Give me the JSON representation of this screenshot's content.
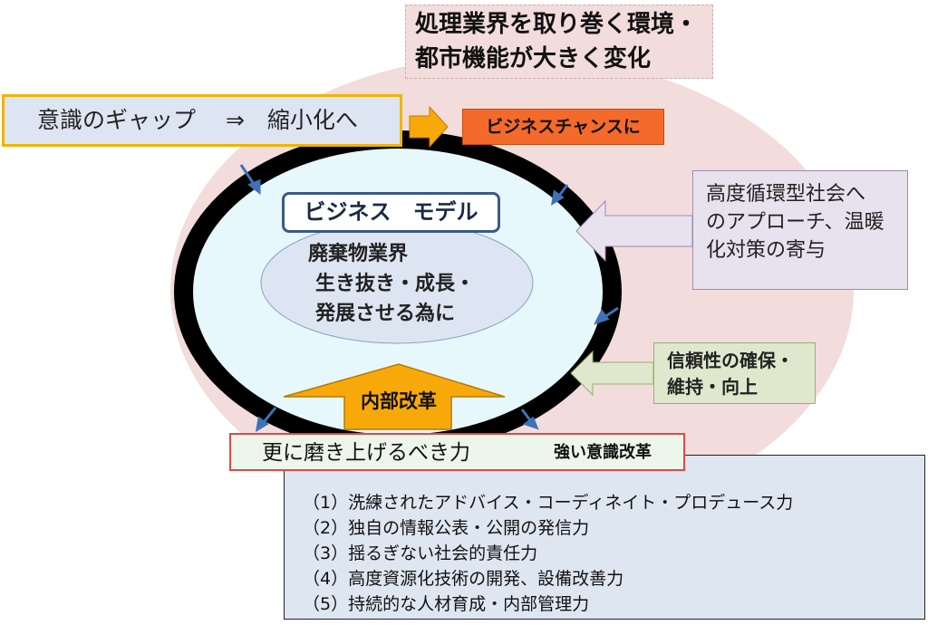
{
  "env_change": {
    "line1": "処理業界を取り巻く環境・",
    "line2": "都市機能が大きく変化"
  },
  "gap_box": {
    "text": "意識のギャップ　 ⇒　縮小化へ"
  },
  "chance_box": {
    "text": "ビジネスチャンスに"
  },
  "business_model": {
    "label": "ビジネス　モデル"
  },
  "core": {
    "line1": "廃棄物業界",
    "line2": "生き抜き・成長・",
    "line3": "発展させる為に"
  },
  "circular_society": {
    "line1": "高度循環型社会へ",
    "line2": "のアプローチ、温暖",
    "line3": "化対策の寄与"
  },
  "trust_box": {
    "line1": "信頼性の確保・",
    "line2": "維持・向上"
  },
  "internal_reform": {
    "label": "内部改革"
  },
  "power_bar": {
    "main": "更に磨き上げるべき力",
    "sub": "強い意識改革"
  },
  "capabilities": [
    "（1）洗練されたアドバイス・コーディネイト・プロデュース力",
    "（2）独自の情報公表・公開の発信力",
    "（3）揺るぎない社会的責任力",
    "（4）高度資源化技術の開発、設備改善力",
    "（5）持続的な人材育成・内部管理力"
  ],
  "colors": {
    "outer_ellipse": "#f2dcdc",
    "ring": "#000000",
    "inner_ellipse": "#e6f8fb",
    "core_ellipse": "#dde5f2",
    "accent_orange": "#f8a90a",
    "arrow_blue": "#3d72b8"
  }
}
